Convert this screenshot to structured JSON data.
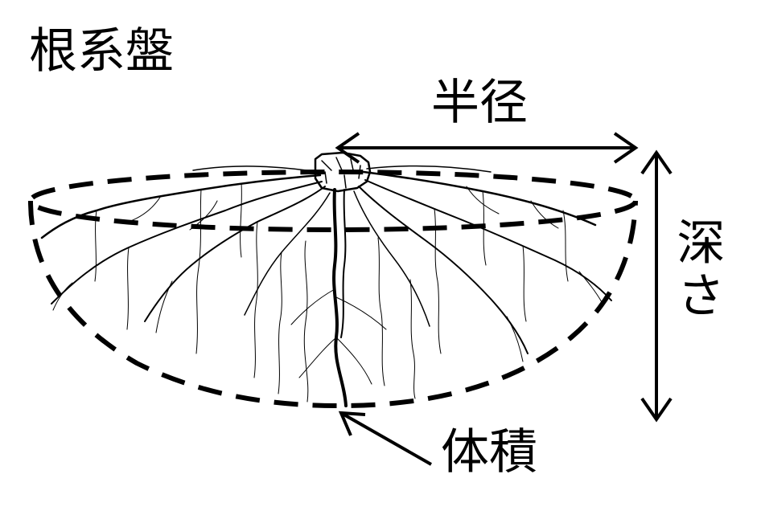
{
  "title": "根系盤",
  "labels": {
    "radius": "半径",
    "depth": "深さ",
    "volume": "体積"
  },
  "colors": {
    "ink": "#000000",
    "background": "#ffffff"
  }
}
